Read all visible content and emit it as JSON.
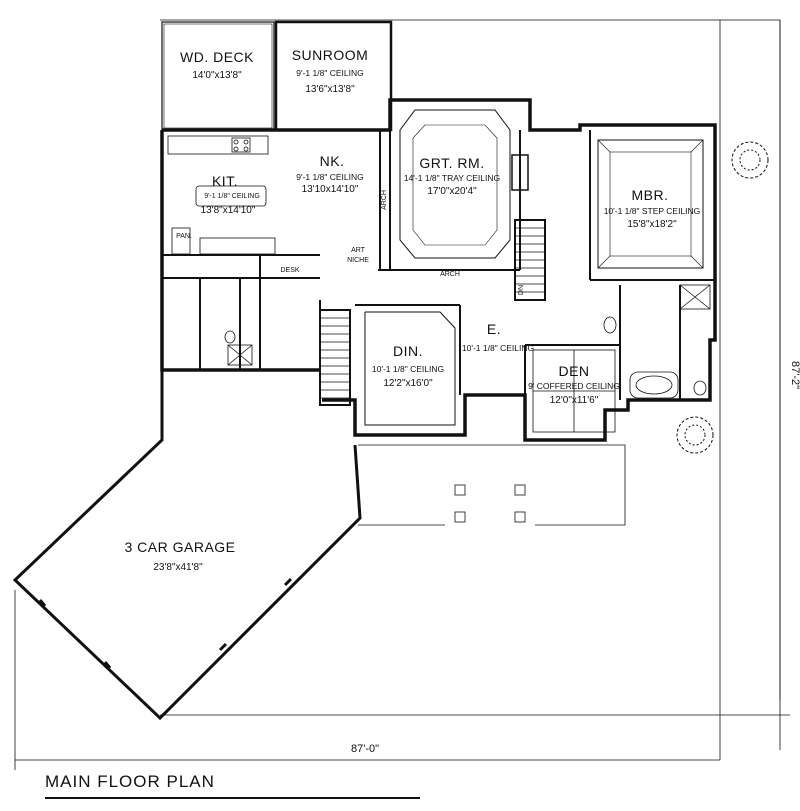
{
  "rooms": {
    "wd_deck": {
      "name": "WD. DECK",
      "size": "14'0\"x13'8\""
    },
    "sunroom": {
      "name": "SUNROOM",
      "ceiling": "9'-1 1/8\" CEILING",
      "size": "13'6\"x13'8\""
    },
    "grt_rm": {
      "name": "GRT. RM.",
      "ceiling": "14'-1 1/8\" TRAY CEILING",
      "size": "17'0\"x20'4\""
    },
    "nk": {
      "name": "NK.",
      "ceiling": "9'-1 1/8\" CEILING",
      "size": "13'10x14'10\""
    },
    "kit": {
      "name": "KIT.",
      "ceiling": "9'-1 1/8\" CEILING",
      "size": "13'8\"x14'10\""
    },
    "mbr": {
      "name": "MBR.",
      "ceiling": "10'-1 1/8\" STEP CEILING",
      "size": "15'8\"x18'2\""
    },
    "din": {
      "name": "DIN.",
      "ceiling": "10'-1 1/8\" CEILING",
      "size": "12'2\"x16'0\""
    },
    "entry": {
      "name": "E.",
      "ceiling": "10'-1 1/8\" CEILING"
    },
    "den": {
      "name": "DEN",
      "ceiling": "9' COFFERED CEILING",
      "size": "12'0\"x11'6\""
    },
    "garage": {
      "name": "3 CAR GARAGE",
      "size": "23'8\"x41'8\""
    }
  },
  "small_labels": {
    "pan": "PAN.",
    "desk": "DESK",
    "arch_nk": "ARCH",
    "arch_grt": "ARCH",
    "art_niche_1": "ART",
    "art_niche_2": "NICHE",
    "stair_dn": "DN"
  },
  "dimensions": {
    "width": "87'-0\"",
    "depth": "87'-2\""
  },
  "title": "MAIN FLOOR PLAN"
}
